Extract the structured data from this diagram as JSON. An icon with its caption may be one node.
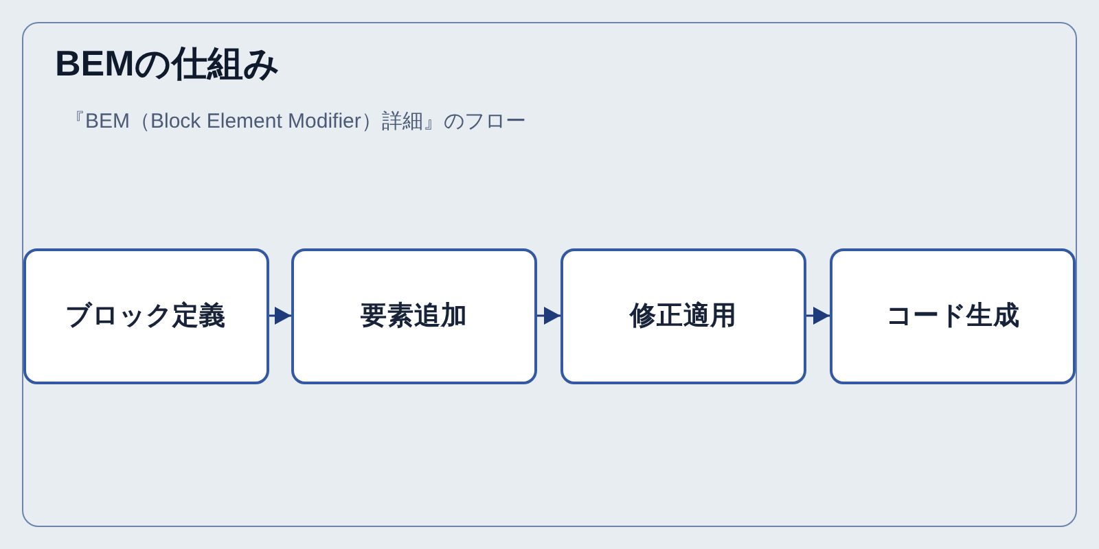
{
  "diagram": {
    "title": "BEMの仕組み",
    "nodes": [
      {
        "text": [
          "ブロック定義"
        ]
      },
      {
        "text": [
          "要素追加"
        ]
      },
      {
        "text": [
          "修正適用"
        ]
      },
      {
        "text": [
          "コード生成"
        ]
      }
    ],
    "edges": [
      {
        "from": 0,
        "to": 1,
        "arrow": "to"
      },
      {
        "from": 1,
        "to": 2,
        "arrow": "to"
      },
      {
        "from": 2,
        "to": 3,
        "arrow": "to"
      }
    ],
    "labels": [
      "『BEM（Block Element Modifier）詳細』のフロー"
    ]
  }
}
